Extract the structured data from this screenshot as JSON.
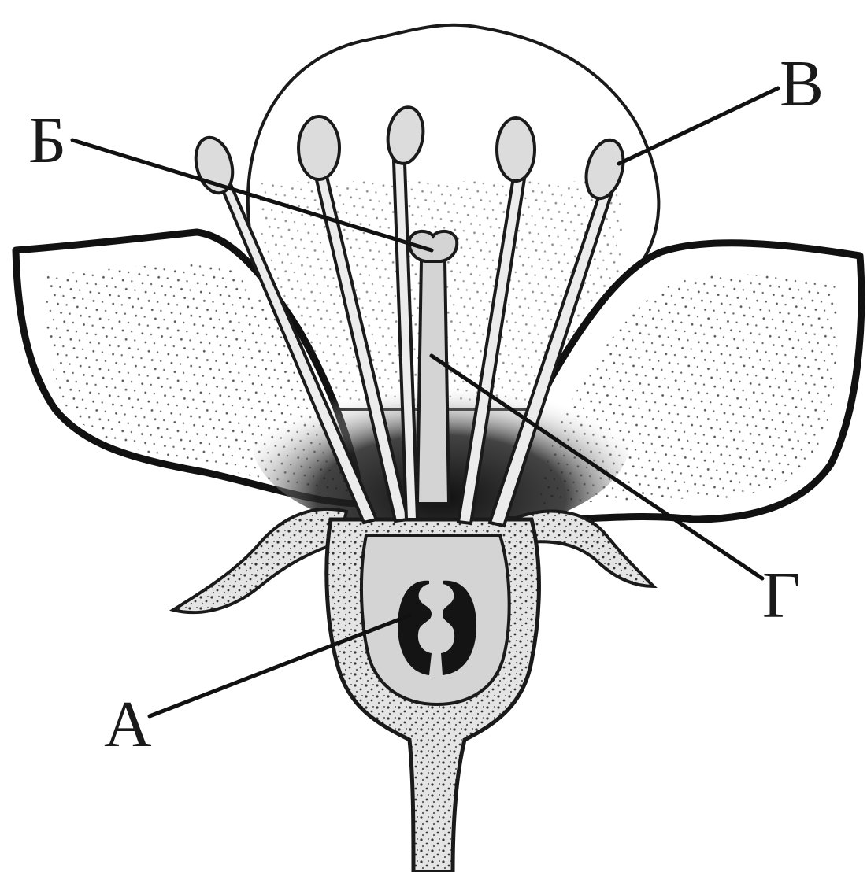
{
  "diagram": {
    "labels": {
      "a": "А",
      "b": "Б",
      "v": "В",
      "g": "Г"
    },
    "colors": {
      "ink": "#1a1a1a",
      "grey_fill": "#d4d4d4",
      "background": "#ffffff"
    }
  }
}
